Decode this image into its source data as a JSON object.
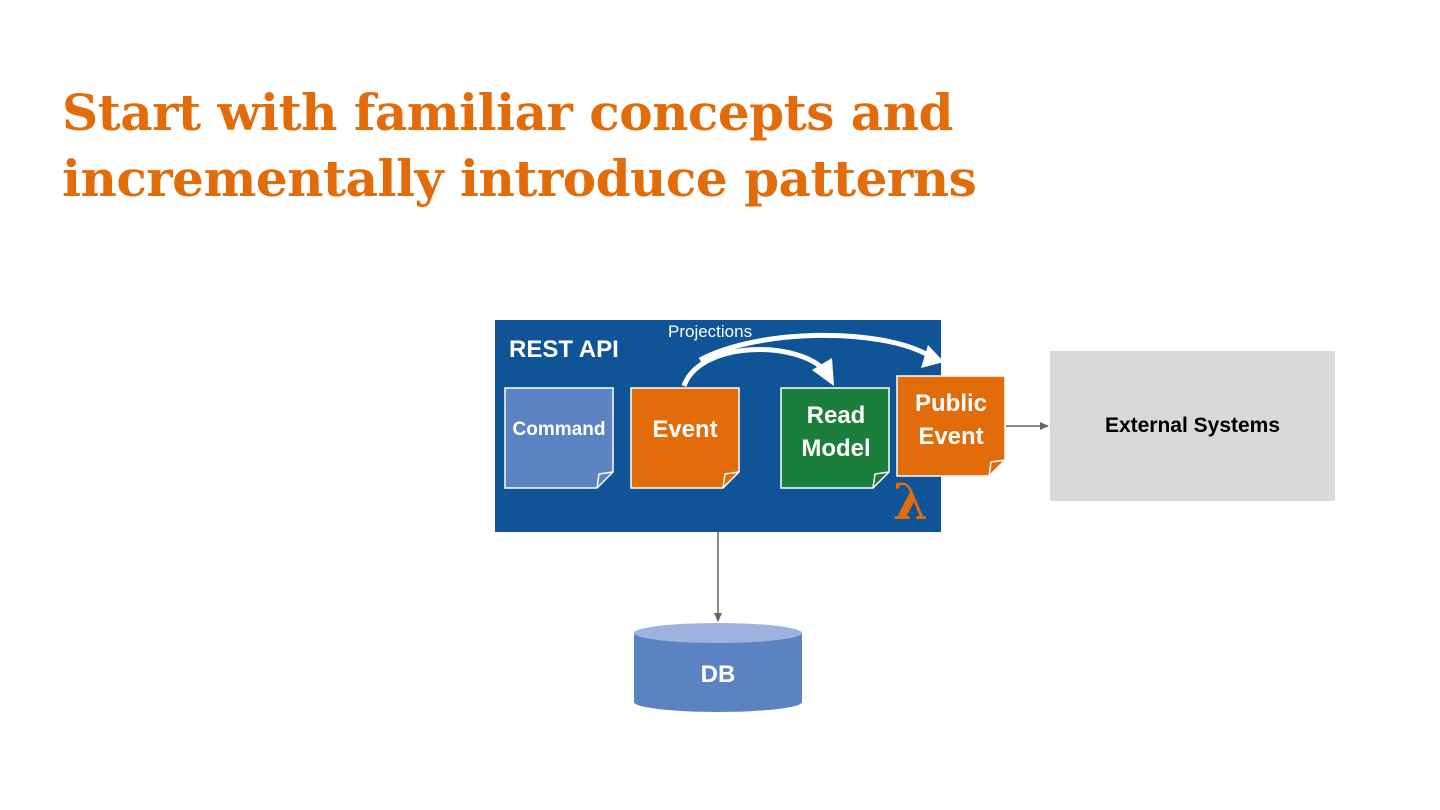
{
  "slide": {
    "title_line1": "Start with familiar concepts and",
    "title_line2": "incrementally introduce patterns"
  },
  "diagram": {
    "rest_api_label": "REST API",
    "projections_label": "Projections",
    "command_label": "Command",
    "event_label": "Event",
    "read_model_line1": "Read",
    "read_model_line2": "Model",
    "public_event_line1": "Public",
    "public_event_line2": "Event",
    "lambda_symbol": "λ",
    "external_systems_label": "External Systems",
    "db_label": "DB"
  },
  "colors": {
    "title_orange": "#e36c0a",
    "rest_api_blue": "#0f5496",
    "command_blue": "#5b83c2",
    "event_orange": "#e36c0a",
    "read_model_green": "#1b7e3b",
    "external_gray": "#d9d9d9",
    "db_blue": "#5b83c2"
  }
}
